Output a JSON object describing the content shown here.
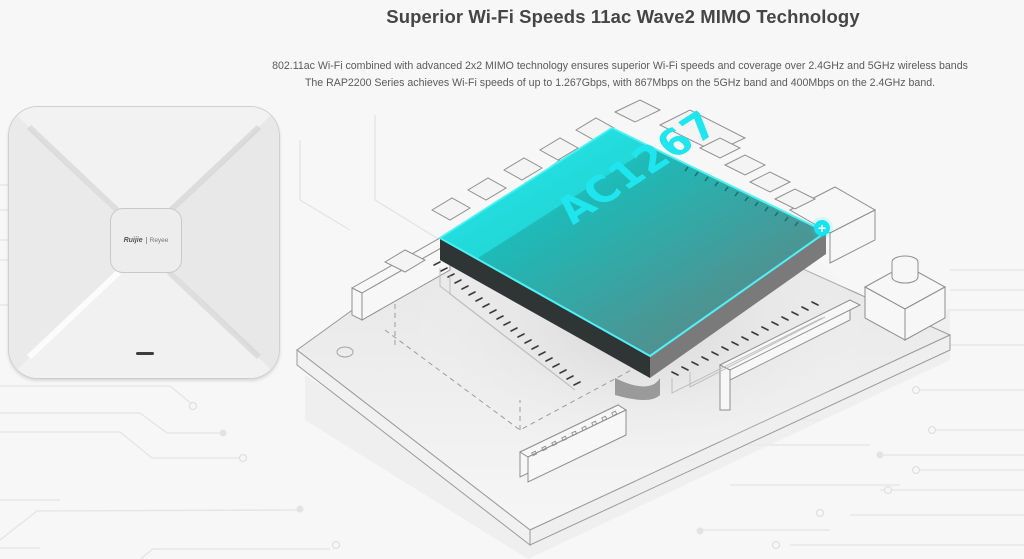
{
  "section": {
    "title": "Superior Wi-Fi Speeds 11ac Wave2 MIMO Technology",
    "description_lines": [
      "802.11ac Wi-Fi combined with advanced 2x2 MIMO technology ensures superior Wi-Fi speeds and coverage over 2.4GHz and 5GHz wireless bands",
      "The RAP2200 Series achieves Wi-Fi speeds of up to 1.267Gbps, with 867Mbps on the 5GHz band and 400Mbps on the 2.4GHz band."
    ]
  },
  "product_image": {
    "brand_primary": "Ruijie",
    "brand_secondary": "Reyee",
    "alt": "Ceiling-mount access point"
  },
  "illustration": {
    "chip_label": "AC1267",
    "hotspot_icon": "+",
    "chip_color": "#1fe6ee",
    "chip_body_dark": "#4d5a5a"
  },
  "colors": {
    "background": "#f7f7f7",
    "title": "#454545",
    "body_text": "#5a5a5a",
    "accent": "#14e3f0"
  }
}
